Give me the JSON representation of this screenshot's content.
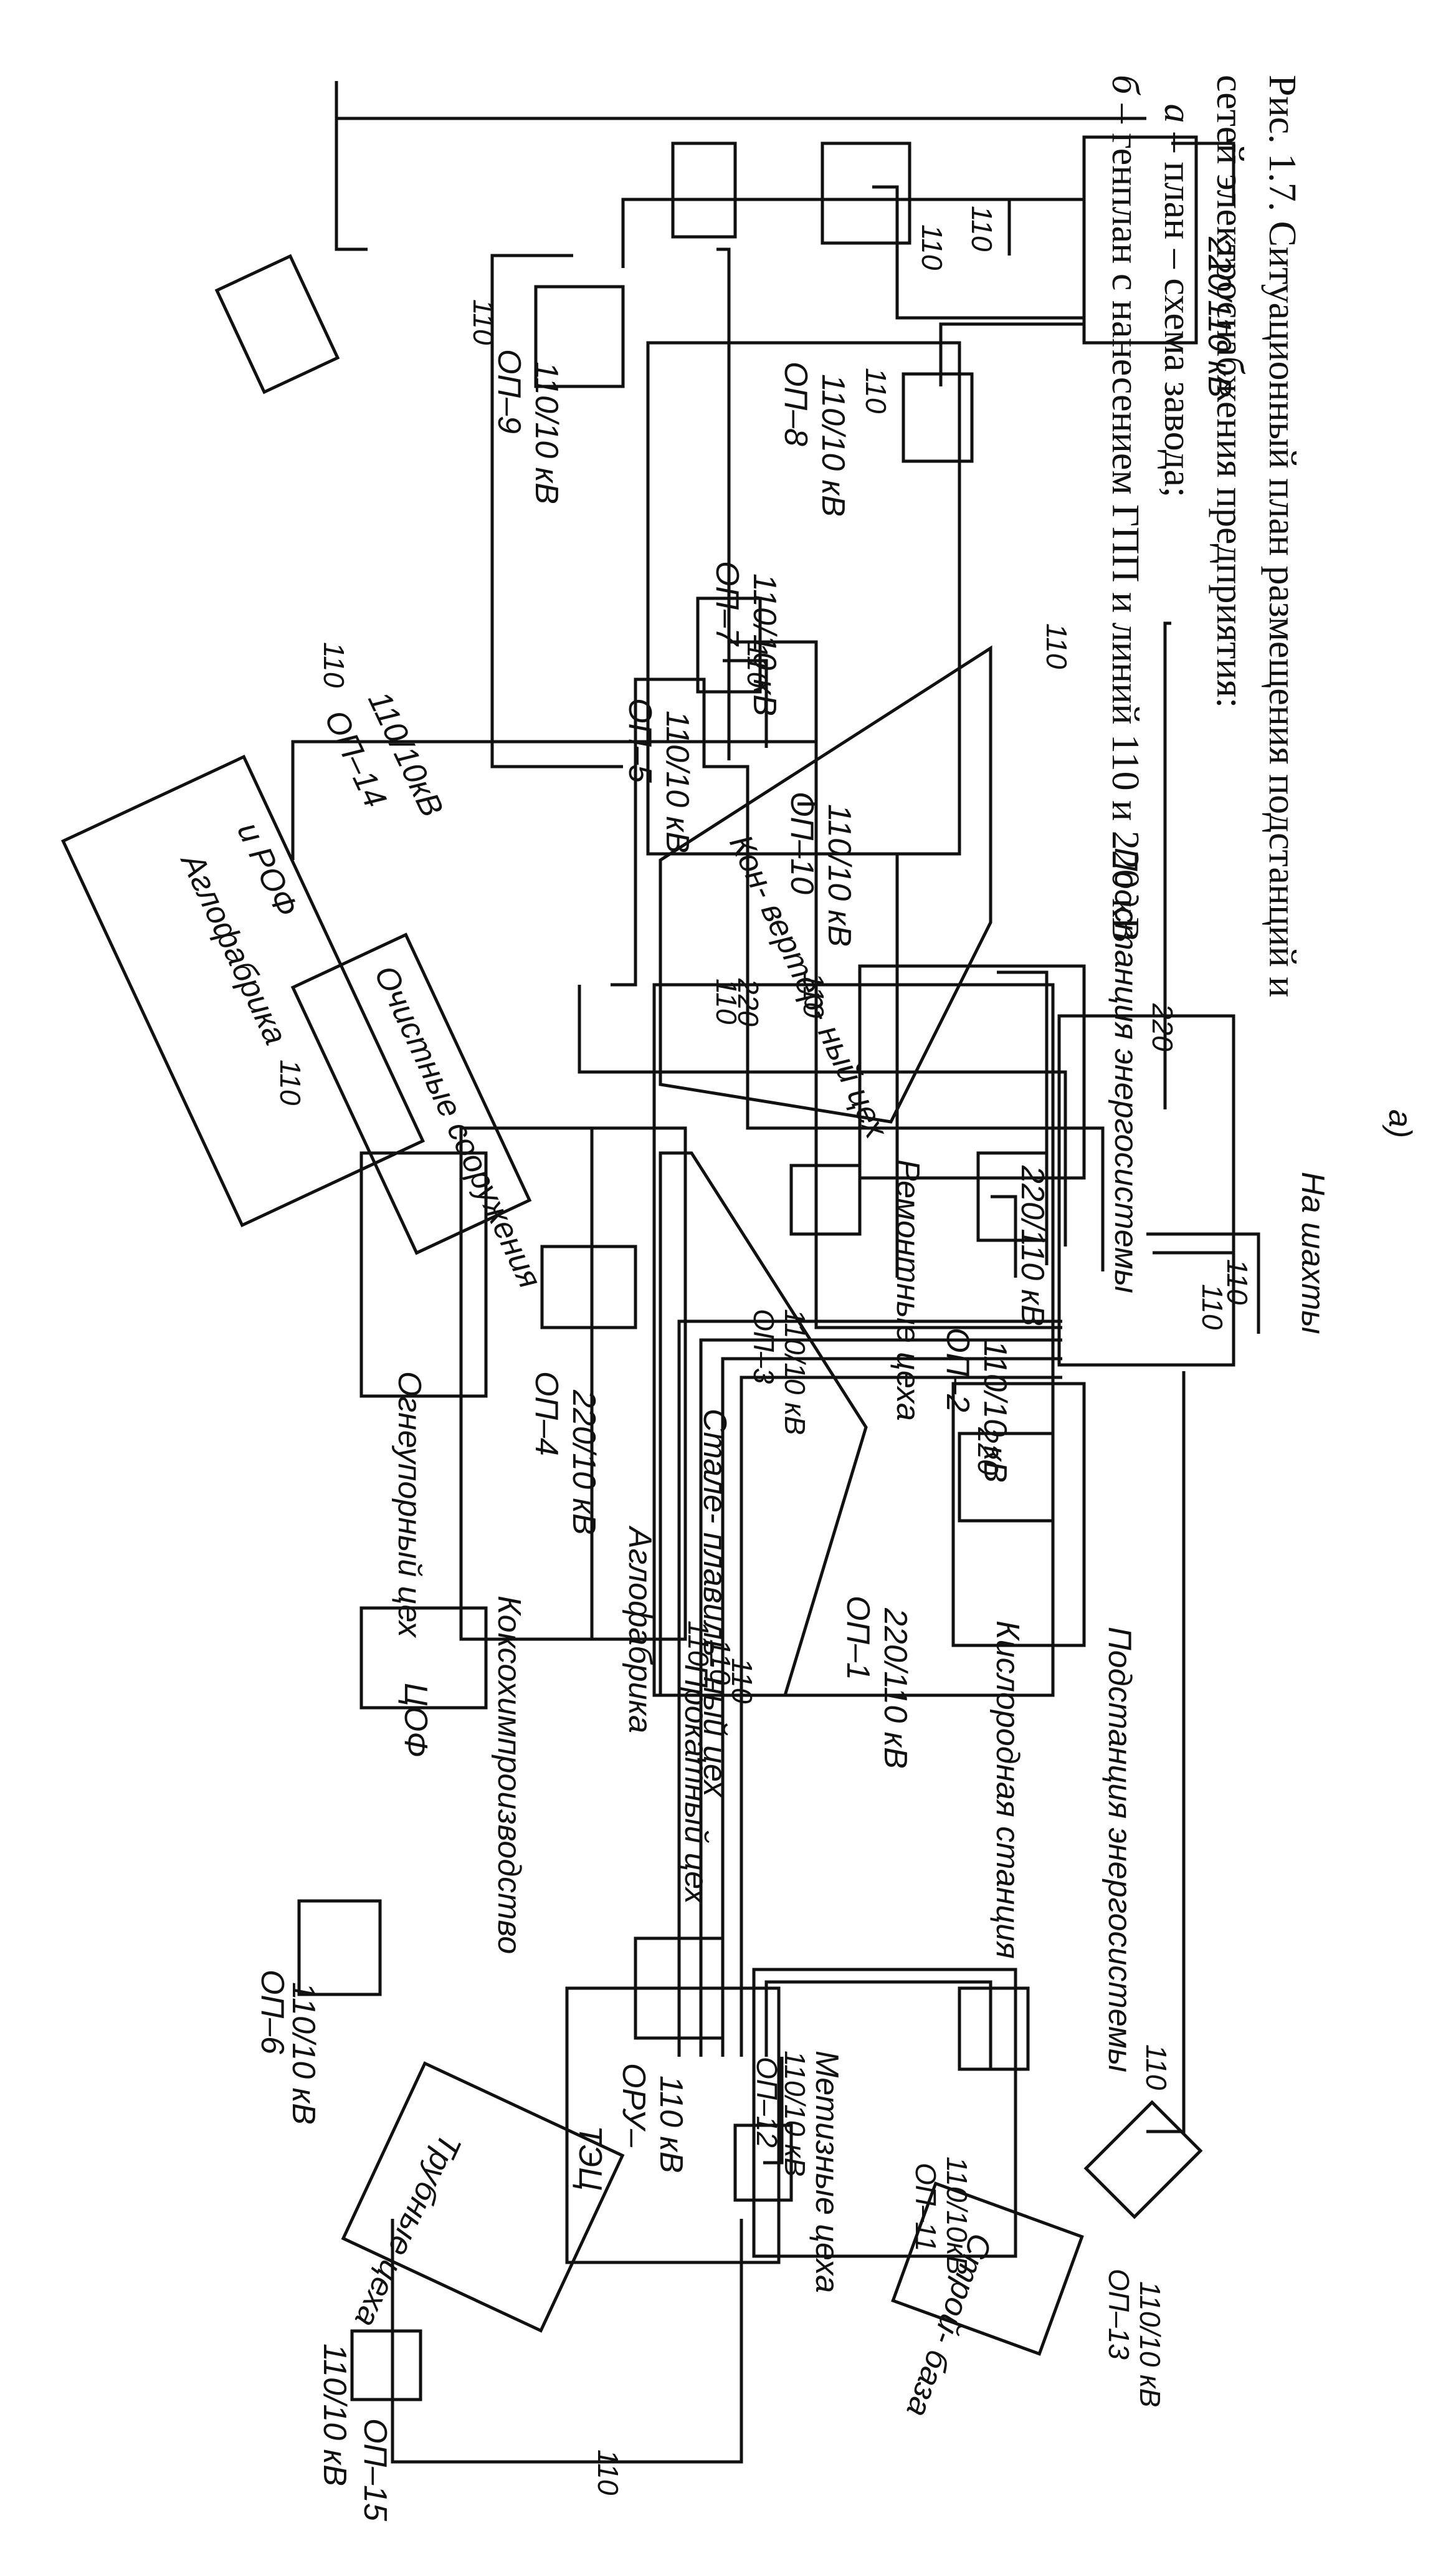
{
  "caption": {
    "title": "Рис. 1.7. Ситуационный план размещения подстанций и сетей электроснабжения предприятия:",
    "item_a_letter": "а",
    "item_a_text": "– план – схема завода;",
    "item_b_letter": "б",
    "item_b_text": "– генплан с нанесением ГПП и линий 110 и 220 кВ"
  },
  "figure_label": "а)",
  "workshops": {
    "pipe": "Трубные цеха",
    "tec": "ТЭЦ",
    "oru": "ОРУ–",
    "oru_kv": "110 кВ",
    "metiz": "Метизные цеха",
    "stroibaza": "Строй- база",
    "cof": "ЦОФ",
    "koks": "Коксохимпроизводство",
    "aglo1": "Аглофабрика",
    "ogneup": "Огнеупорный цех",
    "prokat": "Прокатный цех",
    "stal": "Стале- плавиль- ный цех",
    "remont": "Ремонтные цеха",
    "ochist": "Очистные сооружения",
    "aglo2": "Аглофабрика",
    "aglo2b": "и РОФ",
    "konv": "Кон- вертер- ный цех",
    "kislorod": "Кислородная станция",
    "substation1": "Подстанция энергосистемы",
    "substation2": "Подстанция энергосистемы",
    "na_shahty": "На шахты"
  },
  "substations": {
    "op15": "ОП–15",
    "op15_kv": "110/10 кВ",
    "op12": "ОП–12",
    "op12_kv": "110/10 кВ",
    "op11": "ОП–11",
    "op11_kv": "110/10кВ",
    "op13": "ОП–13",
    "op13_kv": "110/10 кВ",
    "op6": "ОП–6",
    "op6_kv": "110/10 кВ",
    "op4": "ОП–4",
    "op4_kv": "220/10 кВ",
    "op1": "ОП–1",
    "op1_kv": "220/110 кВ",
    "op3": "ОП–3",
    "op3_kv": "110/10 кВ",
    "op2": "ОП–2",
    "op2_kv": "110/10 кВ",
    "gpp1_kv": "220/110 кВ",
    "op5": "ОП–5",
    "op5_kv": "110/10 кВ",
    "op9": "ОП–9",
    "op9_kv": "110/10 кВ",
    "op14": "ОП–14",
    "op14_kv": "110/10кВ",
    "op10": "ОП–10",
    "op10_kv": "110/10 кВ",
    "op7": "ОП–7",
    "op7_kv": "110/10 кВ",
    "op8": "ОП–8",
    "op8_kv": "110/10 кВ",
    "gpp2_kv": "220/110 кВ"
  },
  "lines": {
    "v110": "110",
    "v220": "220"
  }
}
